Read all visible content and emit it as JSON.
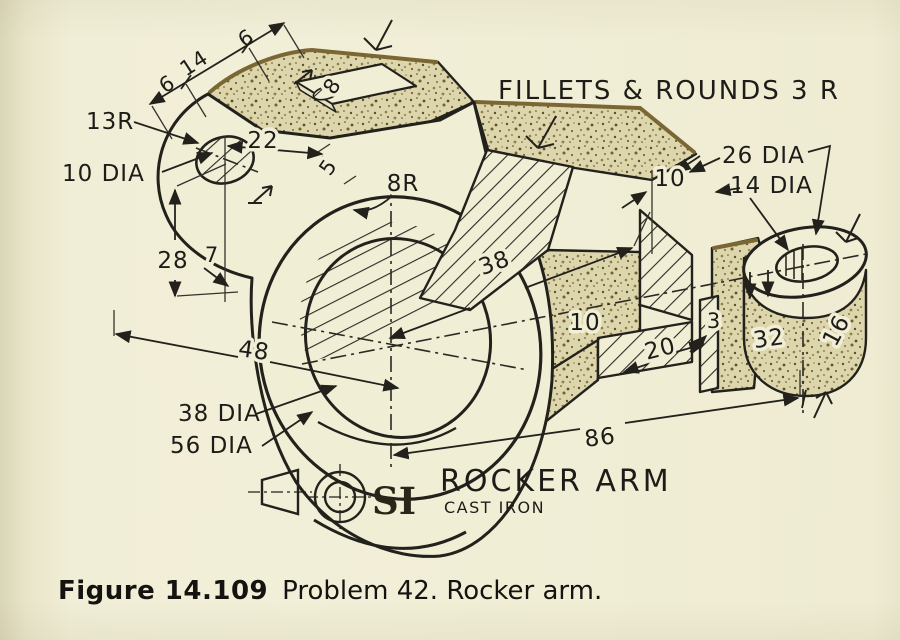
{
  "figure": {
    "caption_label": "Figure 14.109",
    "caption_text": "Problem 42. Rocker arm."
  },
  "drawing": {
    "note_fillets": "FILLETS & ROUNDS 3 R",
    "title_block": {
      "part_name": "ROCKER ARM",
      "material": "CAST IRON",
      "units_symbol": "SI"
    },
    "dimensions": {
      "slot_chain": [
        "6",
        "14",
        "6"
      ],
      "slot_depth": "8",
      "radius_13": "13R",
      "hole_10dia": "10 DIA",
      "width_22": "22",
      "step_5": "5",
      "radius_8r": "8R",
      "height_28": "28",
      "offset_7": "7",
      "dist_48": "48",
      "width_38": "38",
      "top_10": "10",
      "boss_26dia": "26 DIA",
      "boss_14dia": "14 DIA",
      "web_10": "10",
      "len_20": "20",
      "gap_3": "3",
      "boss_32": "32",
      "boss_16": "16",
      "overall_86": "86",
      "bore_38dia": "38 DIA",
      "hub_56dia": "56 DIA"
    }
  },
  "colors": {
    "paper": "#f1eed6",
    "ink": "#1d1c18",
    "cast_surface": "#ddd5ab",
    "stipple_dot": "#59502c",
    "edge_shadow": "#7a6734"
  }
}
